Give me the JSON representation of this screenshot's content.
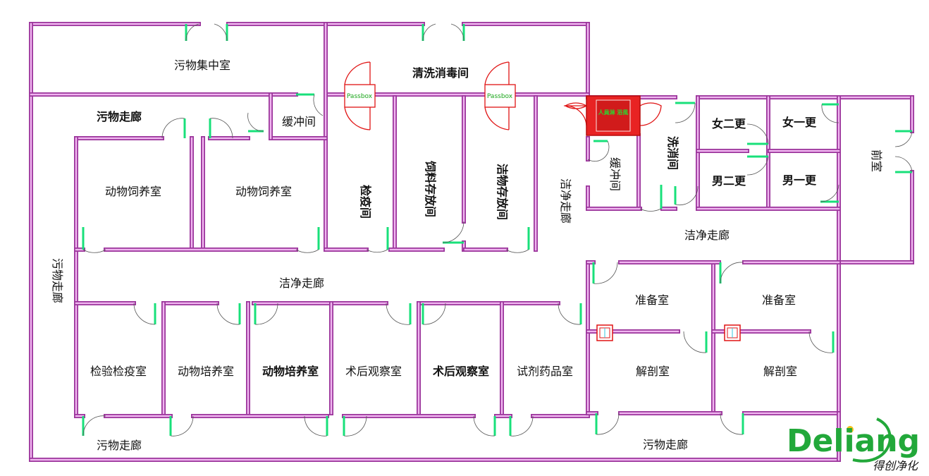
{
  "colors": {
    "wall_outer": "#9b349b",
    "wall_inner": "#f0b6f0",
    "door": "#18e07a",
    "passbox": "#e01414",
    "logo_green": "#22a83a",
    "logo_yellow": "#f2c21a"
  },
  "rooms": {
    "waste_central": "污物集中室",
    "wash_disinfect": "清洗消毒间",
    "waste_corridor_top": "污物走廊",
    "buffer_1": "缓冲间",
    "animal_raising_1": "动物饲养室",
    "animal_raising_2": "动物饲养室",
    "quarantine": "检疫间",
    "feed_storage": "饲料存放间",
    "clean_storage": "洁物存放间",
    "clean_corridor_vertical": "洁净走廊",
    "buffer_2": "缓冲间",
    "wash_room": "洗消间",
    "female_change_2": "女二更",
    "female_change_1": "女一更",
    "male_change_2": "男二更",
    "male_change_1": "男一更",
    "front_room": "前室",
    "clean_corridor_east": "洁净走廊",
    "clean_corridor_main": "洁净走廊",
    "waste_corridor_left": "污物走廊",
    "prep_room_1": "准备室",
    "prep_room_2": "准备室",
    "inspection_quarantine": "检验检疫室",
    "animal_culture_1": "动物培养室",
    "animal_culture_2": "动物培养室",
    "post_op_1": "术后观察室",
    "post_op_2": "术后观察室",
    "reagent_drug": "试剂药品室",
    "dissection_1": "解剖室",
    "dissection_2": "解剖室",
    "waste_corridor_bottom_left": "污物走廊",
    "waste_corridor_bottom_right": "污物走廊"
  },
  "passbox": {
    "label_1": "Passbox",
    "label_2": "Passbox"
  },
  "air_shower": {
    "label": "人員淋 浴風"
  },
  "logo": {
    "text": "Deliang",
    "sub": "得创净化"
  }
}
